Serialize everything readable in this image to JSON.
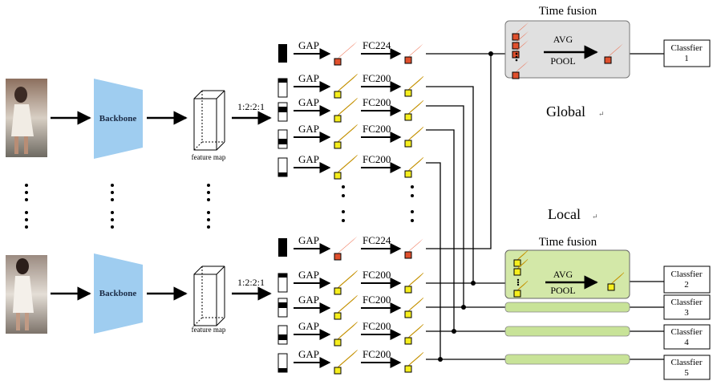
{
  "labels": {
    "backbone": "Backbone",
    "feature_map": "feature map",
    "ratio": "1:2:2:1",
    "gap": "GAP",
    "fc224": "FC224",
    "fc200": "FC200",
    "time_fusion": "Time fusion",
    "avg": "AVG",
    "pool": "POOL",
    "global": "Global",
    "local": "Local",
    "return_mark": "↵",
    "classifier": "Classfier",
    "classifier_numbers": [
      "1",
      "2",
      "3",
      "4",
      "5"
    ]
  },
  "colors": {
    "backbone": "#9fcdf0",
    "red_feature": "#ee6a4a",
    "yellow_feature": "#f6ee1e",
    "global_fusion_fill": "#e0e0e0",
    "local_fusion_fill": "#d3e8a8",
    "local_bar_fill": "#c8e398",
    "line": "#000000"
  },
  "icons": {
    "arrow": "arrow-right-icon",
    "dots": "vertical-ellipsis-icon"
  }
}
